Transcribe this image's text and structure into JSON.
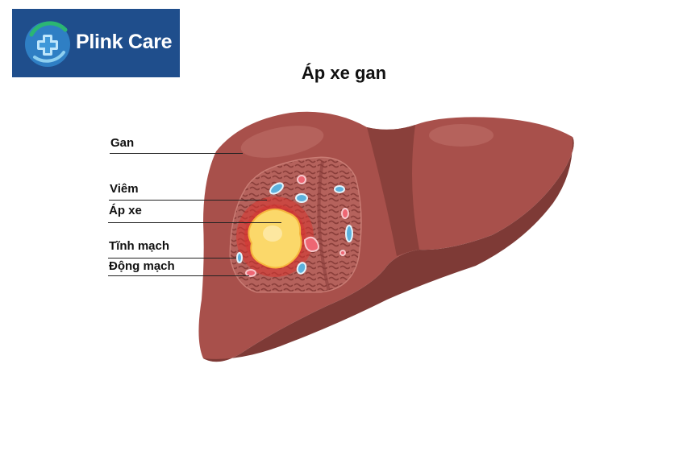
{
  "brand": {
    "name": "Plink Care",
    "icon": "medical-cross-logo-icon",
    "bg_color": "#1f4e8c"
  },
  "diagram": {
    "title": "Áp xe gan",
    "labels": {
      "liver": "Gan",
      "inflammation": "Viêm",
      "abscess": "Áp xe",
      "vein": "Tĩnh mạch",
      "artery": "Động mạch"
    },
    "colors": {
      "liver": "#a8504b",
      "liver_dark": "#7e3a36",
      "abscess": "#fbd86a",
      "inflammation": "#d8342f",
      "vein": "#5db1dc",
      "artery": "#ee6673"
    }
  }
}
